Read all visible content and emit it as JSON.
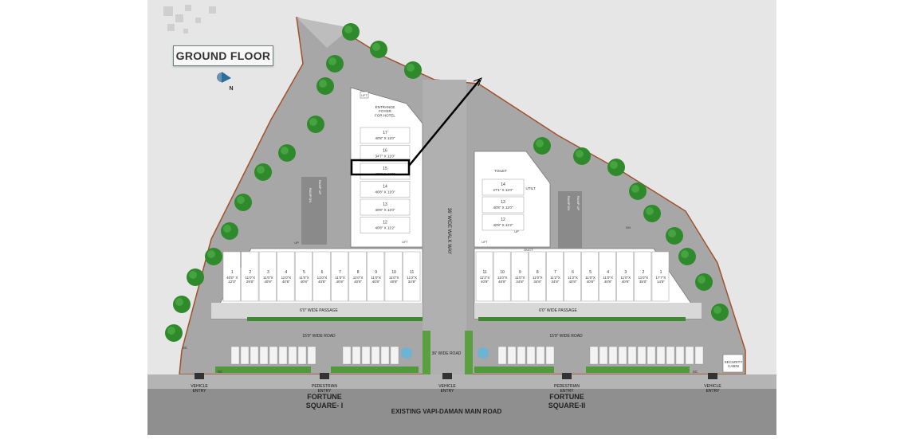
{
  "title": "GROUND FLOOR",
  "north": "N",
  "roads": {
    "main": "EXISTING VAPI-DAMAN MAIN ROAD",
    "side_left": "15'9\" WIDE ROAD",
    "side_right": "15'9\" WIDE ROAD",
    "center": "36' WIDE ROAD",
    "walkway": "36' WIDE WALK WAY",
    "passage_left": "6'0\" WIDE PASSAGE",
    "passage_right": "6'0\" WIDE PASSAGE"
  },
  "complexes": [
    {
      "name_line1": "FORTUNE",
      "name_line2": "SQUARE- I"
    },
    {
      "name_line1": "FORTUNE",
      "name_line2": "SQUARE-II"
    }
  ],
  "entries": {
    "vehicle": "VEHICLE\nENTRY",
    "pedestrian": "PEDESTRIAN\nENTRY",
    "security": "SECURITY\nCABIN"
  },
  "labels": {
    "entrance_foyer": "ENTRANCE\nFOYER\nFOR HOTEL",
    "lift": "LIFT",
    "toilet": "TOILET",
    "utility": "UTILT.",
    "ramp_up": "RAMP UP",
    "ramp_dn": "RAMP DN",
    "duct": "DUCT",
    "sc": "SC",
    "up": "UP",
    "dn": "DN"
  },
  "left_tower_units": [
    {
      "no": "17",
      "size": "40'8\" X 11'0\""
    },
    {
      "no": "16",
      "size": "34'7\" X 11'0\""
    },
    {
      "no": "15",
      "size": "40'8\" X 11'0\""
    },
    {
      "no": "14",
      "size": "40'8\" X 11'0\""
    },
    {
      "no": "13",
      "size": "40'8\" X 11'0\""
    },
    {
      "no": "12",
      "size": "40'8\" X 11'2\""
    }
  ],
  "right_tower_units": [
    {
      "no": "14",
      "size": "27'1\" X 11'0\""
    },
    {
      "no": "13",
      "size": "40'8\" X 11'0\""
    },
    {
      "no": "12",
      "size": "40'8\" X 11'2\""
    }
  ],
  "left_row_units": [
    {
      "no": "1",
      "size": "40'0\" X\n12'0\""
    },
    {
      "no": "2",
      "size": "11'0\"X\n29'0\""
    },
    {
      "no": "3",
      "size": "11'0\"X\n40'8\""
    },
    {
      "no": "4",
      "size": "11'0\"X\n40'8\""
    },
    {
      "no": "5",
      "size": "11'0\"X\n40'8\""
    },
    {
      "no": "6",
      "size": "11'0\"X\n40'8\""
    },
    {
      "no": "7",
      "size": "11'0\"X\n40'8\""
    },
    {
      "no": "8",
      "size": "11'0\"X\n40'8\""
    },
    {
      "no": "9",
      "size": "11'0\"X\n40'8\""
    },
    {
      "no": "10",
      "size": "11'0\"X\n40'8\""
    },
    {
      "no": "11",
      "size": "11'2\"X\n34'8\""
    }
  ],
  "right_row_units": [
    {
      "no": "11",
      "size": "11'2\"X\n40'8\""
    },
    {
      "no": "10",
      "size": "11'0\"X\n40'8\""
    },
    {
      "no": "9",
      "size": "11'0\"X\n34'8\""
    },
    {
      "no": "8",
      "size": "11'0\"X\n34'8\""
    },
    {
      "no": "7",
      "size": "11'2\"X\n34'8\""
    },
    {
      "no": "6",
      "size": "11'2\"X\n40'8\""
    },
    {
      "no": "5",
      "size": "11'0\"X\n40'8\""
    },
    {
      "no": "4",
      "size": "11'0\"X\n40'8\""
    },
    {
      "no": "3",
      "size": "11'0\"X\n40'8\""
    },
    {
      "no": "2",
      "size": "11'0\"X\n35'0\""
    },
    {
      "no": "1",
      "size": "17'7\"X\n14'5\""
    }
  ],
  "colors": {
    "background": "#e6e6e6",
    "paving": "#a7a7a7",
    "road": "#8f8f8f",
    "building": "#ffffff",
    "tree": "#2f8a2c",
    "boundary": "#a0522d",
    "highlight": "#000000"
  }
}
